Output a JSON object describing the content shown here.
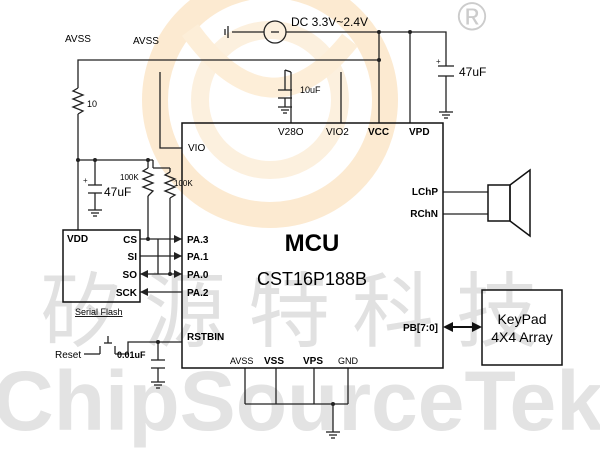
{
  "power": {
    "avss_left": "AVSS",
    "avss_mid": "AVSS",
    "dc": "DC 3.3V~2.4V"
  },
  "caps": {
    "c_top": "47uF",
    "c_10u": "10uF",
    "c_left": "47uF",
    "c_reset": "0.01uF"
  },
  "resistors": {
    "r10": "10",
    "r100k_a": "100K",
    "r100k_b": "100K"
  },
  "mcu": {
    "title": "MCU",
    "part": "CST16P188B",
    "pins": {
      "vio": "VIO",
      "v28o": "V28O",
      "vio2": "VIO2",
      "vcc": "VCC",
      "vpd": "VPD",
      "lchp": "LChP",
      "rchn": "RChN",
      "pa3": "PA.3",
      "pa1": "PA.1",
      "pa0": "PA.0",
      "pa2": "PA.2",
      "rstbin": "RSTBIN",
      "pb": "PB[7:0]",
      "avss": "AVSS",
      "vss": "VSS",
      "vps": "VPS",
      "gnd": "GND"
    }
  },
  "flash": {
    "vdd": "VDD",
    "cs": "CS",
    "si": "SI",
    "so": "SO",
    "sck": "SCK",
    "caption": "Serial Flash"
  },
  "reset": {
    "label": "Reset"
  },
  "keypad": {
    "line1": "KeyPad",
    "line2": "4X4 Array"
  },
  "watermark": {
    "cn": "矽源特科技",
    "en": "ChipSourceTek",
    "reg": "®"
  }
}
